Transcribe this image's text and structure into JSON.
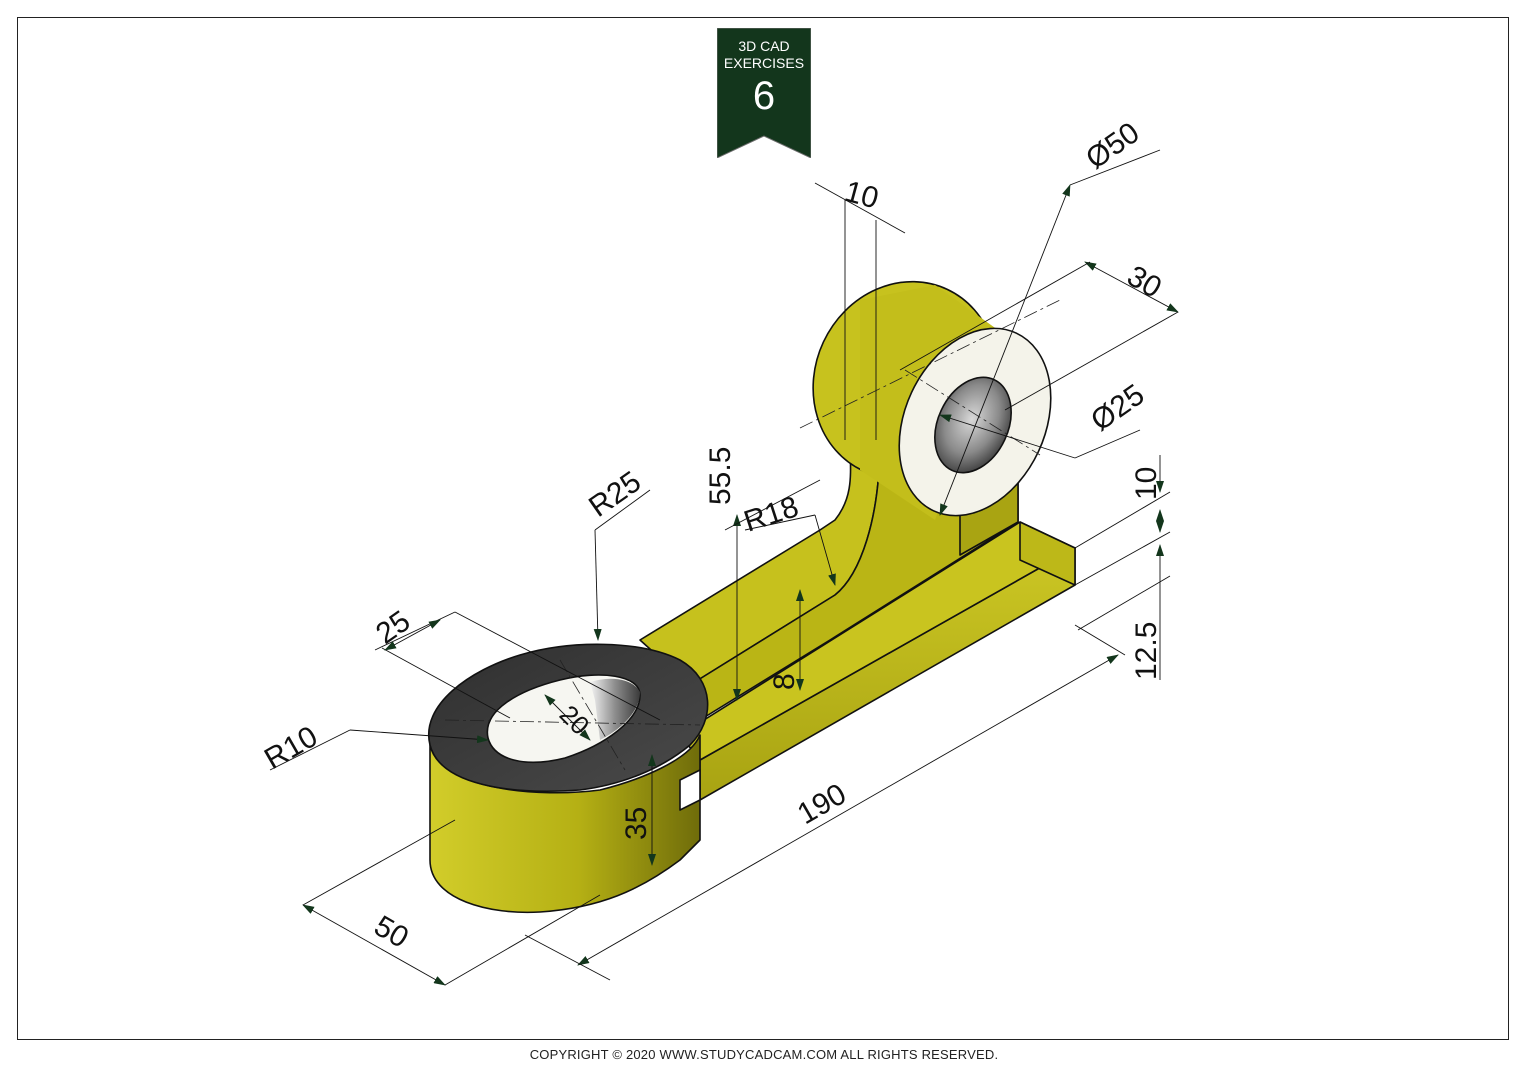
{
  "badge": {
    "line1": "3D CAD",
    "line2": "EXERCISES",
    "number": "6",
    "color": "#13361c"
  },
  "part_colors": {
    "body": "#c7c21e",
    "body_dark": "#8a8610",
    "top_face": "#3e3e3e",
    "bore_face": "#f4f3ea",
    "outline": "#111111",
    "arrow": "#13361c"
  },
  "dimensions": {
    "d50": "Ø50",
    "d25": "Ø25",
    "w10_top": "10",
    "w30": "30",
    "h10_right": "10",
    "h12_5": "12.5",
    "h55_5": "55.5",
    "r18": "R18",
    "r25": "R25",
    "w25": "25",
    "w20": "20",
    "r10": "R10",
    "h8": "8",
    "h35": "35",
    "l50": "50",
    "l190": "190"
  },
  "footer": "COPYRIGHT © 2020 WWW.STUDYCADCAM.COM ALL RIGHTS RESERVED."
}
